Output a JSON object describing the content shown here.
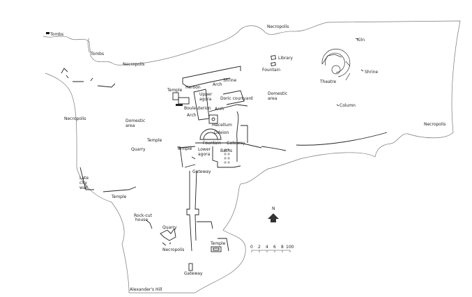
{
  "labels": [
    "Tombs",
    "Tombs",
    "Necropolis",
    "Necropolis",
    "Kiln",
    "Library",
    "Fountain",
    "Theatre",
    "Shrine",
    "Heroon",
    "Arch",
    "Shrine",
    "Temple",
    "Upper",
    "agora",
    "Doric courtyard",
    "Domestic",
    "area",
    "Bouleuterion",
    "Arch",
    "Arch",
    "Macellum",
    "Column",
    "Necropolis",
    "Domestic",
    "area",
    "Odeion",
    "Temple",
    "Fountain",
    "Gateway",
    "Quarry",
    "Temple",
    "Lower",
    "agora",
    "Baths",
    "Necropolis",
    "Gateway",
    "Late",
    "city",
    "wall",
    "Temple",
    "Rock-cut",
    "house",
    "Quarry",
    "Necropolis",
    "Temple",
    "Gateway",
    "Alexander's Hill"
  ],
  "north_arrow": {
    "label": "N",
    "color": "#333333"
  },
  "scale_bar": {
    "ticks": [
      "0",
      "2",
      "4",
      "6",
      "8",
      "100"
    ]
  }
}
